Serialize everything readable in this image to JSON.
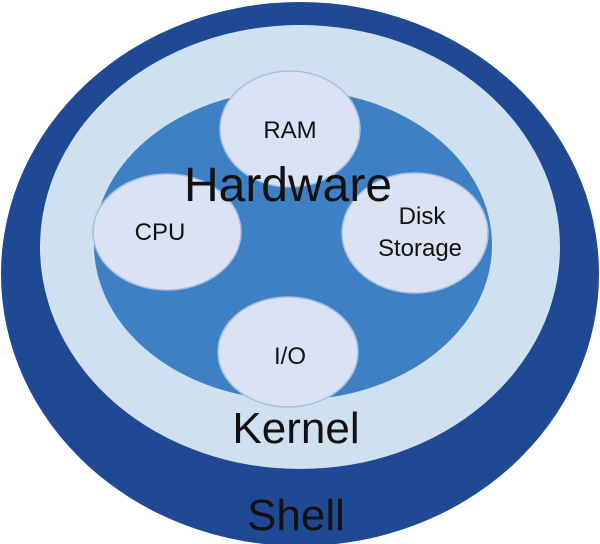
{
  "diagram": {
    "layers": {
      "shell": "Shell",
      "kernel": "Kernel",
      "hardware": "Hardware"
    },
    "components": {
      "ram": "RAM",
      "cpu": "CPU",
      "disk_line1": "Disk",
      "disk_line2": "Storage",
      "io": "I/O"
    },
    "colors": {
      "shell": "#1f4a93",
      "kernel": "#cfe1f0",
      "hardware": "#3d80c4",
      "component": "#d9e3f4",
      "component_border": "#a9bfe3"
    }
  }
}
